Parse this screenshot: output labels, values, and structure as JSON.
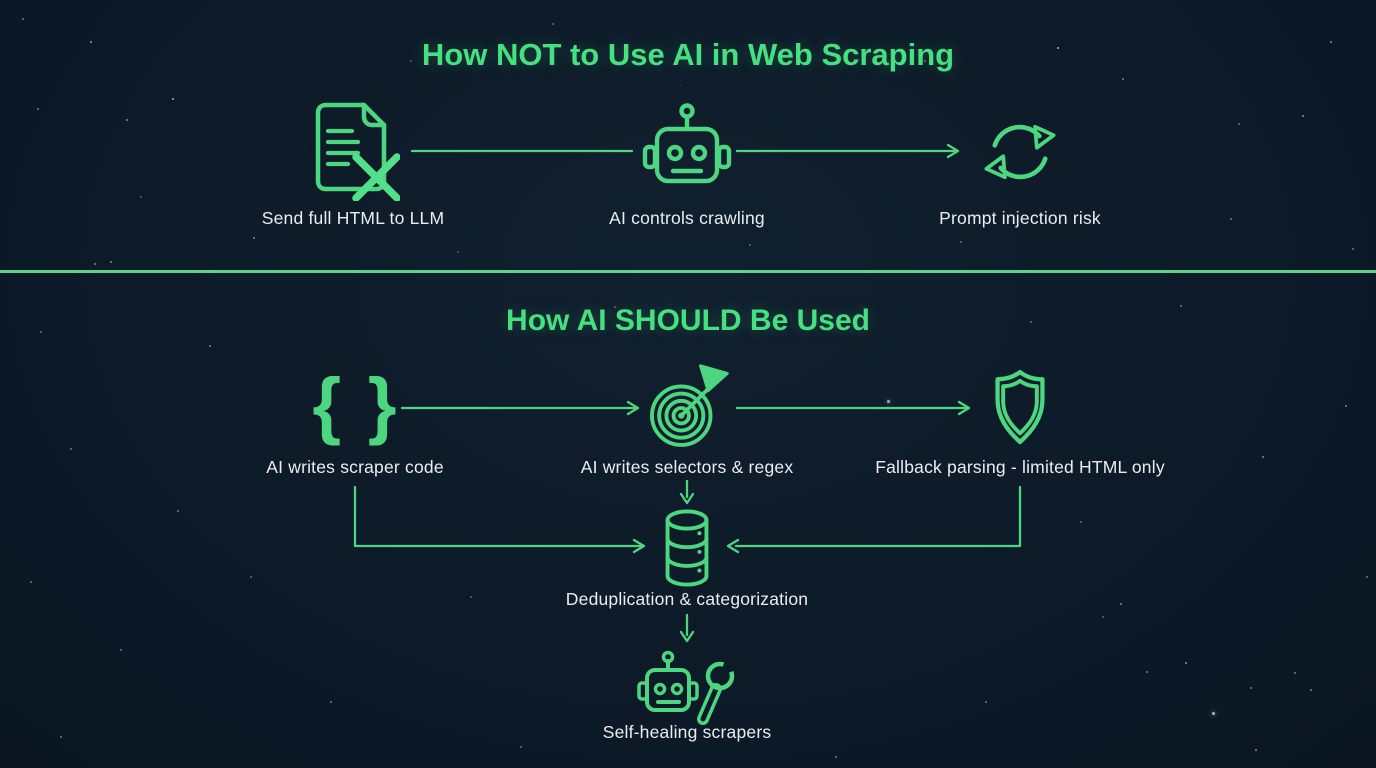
{
  "colors": {
    "background": "#0d1a28",
    "accent": "#4cd680",
    "accent_bright": "#45e07f",
    "divider": "#5ad489",
    "text": "#e9edf0"
  },
  "icons": {
    "braces_glyph": "{ }"
  },
  "sections": [
    {
      "title": "How NOT to Use AI in Web Scraping",
      "steps": [
        {
          "icon": "document-x-icon",
          "label": "Send full HTML to LLM"
        },
        {
          "icon": "robot-icon",
          "label": "AI controls crawling"
        },
        {
          "icon": "cycle-icon",
          "label": "Prompt injection risk"
        }
      ]
    },
    {
      "title": "How AI SHOULD Be Used",
      "steps": [
        {
          "icon": "code-braces-icon",
          "label": "AI writes scraper code"
        },
        {
          "icon": "target-icon",
          "label": "AI writes selectors & regex"
        },
        {
          "icon": "shield-icon",
          "label": "Fallback parsing - limited HTML only"
        },
        {
          "icon": "database-icon",
          "label": "Deduplication & categorization"
        },
        {
          "icon": "robot-wrench-icon",
          "label": "Self-healing scrapers"
        }
      ]
    }
  ]
}
